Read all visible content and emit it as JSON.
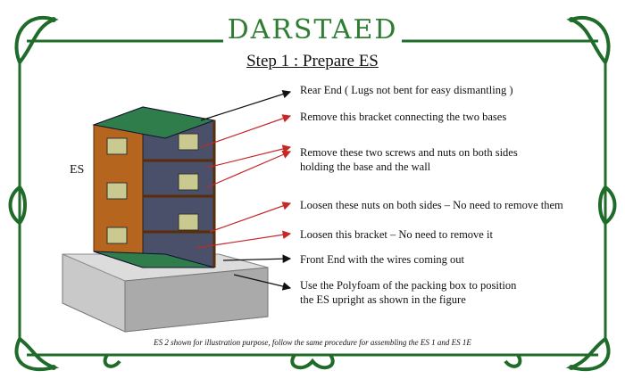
{
  "brand": "DARSTAED",
  "title": "Step 1 : Prepare ES",
  "es_label": "ES",
  "notes": [
    {
      "line1": "Rear End ( Lugs not bent for easy dismantling )",
      "line2": ""
    },
    {
      "line1": "Remove this bracket connecting the two bases",
      "line2": ""
    },
    {
      "line1": "Remove these two screws and nuts on both sides",
      "line2": "holding the base and the wall"
    },
    {
      "line1": "Loosen these nuts on both sides – No need to remove them",
      "line2": ""
    },
    {
      "line1": "Loosen this bracket – No need to remove it",
      "line2": ""
    },
    {
      "line1": "Front End with the wires coming out",
      "line2": ""
    },
    {
      "line1": "Use the Polyfoam of the packing box to position",
      "line2": "the ES upright as shown in the figure"
    }
  ],
  "caption": "ES 2 shown for illustration purpose, follow the same procedure for assembling the ES 1 and ES 1E",
  "colors": {
    "frame": "#1f6b2a",
    "arrow_black": "#111111",
    "arrow_red": "#c62828",
    "brand": "#2e7d32"
  }
}
